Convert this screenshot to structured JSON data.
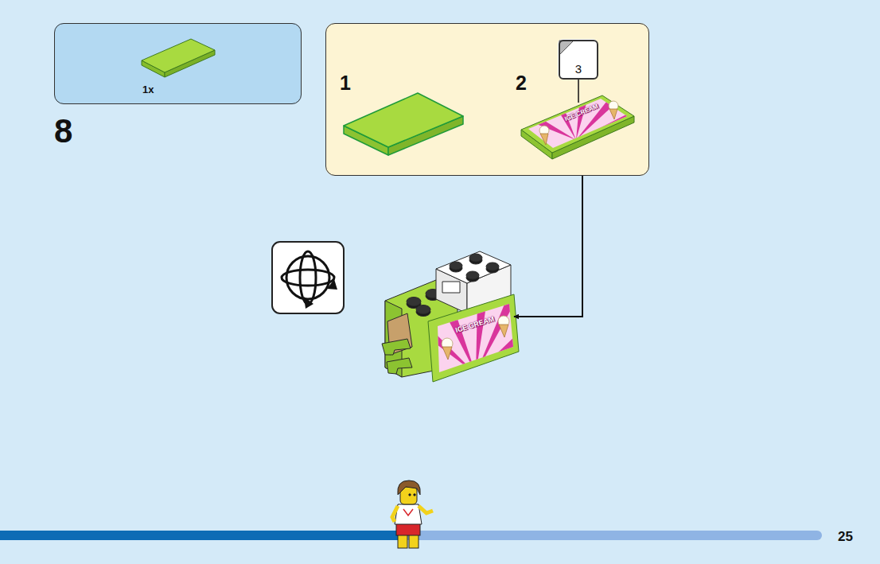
{
  "diagram": {
    "nodes": [
      {
        "text": [
          "1x"
        ]
      },
      {
        "text": [
          "1",
          "2"
        ]
      },
      {
        "text": [
          "3"
        ],
        "in": 1
      },
      {
        "text": [
          "ICE CREAM"
        ],
        "in": 1
      },
      {
        "text": [
          "ICE CREAM"
        ]
      }
    ],
    "edges": [
      {
        "from": 2,
        "to": 3,
        "arrow": "none"
      },
      {
        "from": 1,
        "to": 4,
        "arrow": "to"
      }
    ],
    "labels": [
      "8",
      "25"
    ]
  }
}
